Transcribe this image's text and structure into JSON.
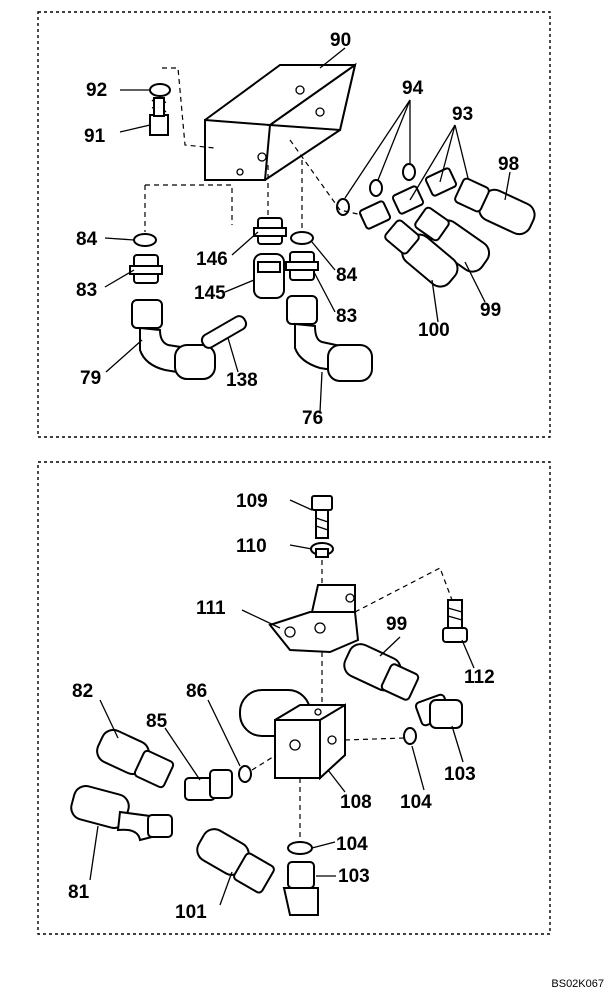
{
  "top_labels": {
    "l90": "90",
    "l92": "92",
    "l91": "91",
    "l94": "94",
    "l93": "93",
    "l98": "98",
    "l84a": "84",
    "l146": "146",
    "l83a": "83",
    "l145": "145",
    "l84b": "84",
    "l83b": "83",
    "l99": "99",
    "l100": "100",
    "l79": "79",
    "l138": "138",
    "l76": "76"
  },
  "bottom_labels": {
    "l109": "109",
    "l110": "110",
    "l111": "111",
    "l99": "99",
    "l112": "112",
    "l82": "82",
    "l86": "86",
    "l85": "85",
    "l103a": "103",
    "l104a": "104",
    "l108": "108",
    "l104b": "104",
    "l81": "81",
    "l101": "101",
    "l103b": "103"
  },
  "drawing_code": "BS02K067"
}
